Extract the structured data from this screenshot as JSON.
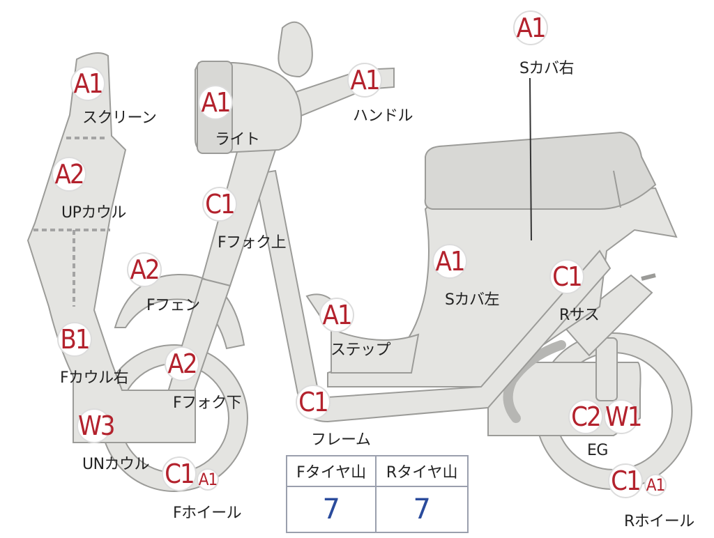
{
  "parts": {
    "screen": {
      "grade": "A1",
      "label": "スクリーン"
    },
    "up_cowl": {
      "grade": "A2",
      "label": "UPカウル"
    },
    "f_cowl_right": {
      "grade": "B1",
      "label": "Fカウル右"
    },
    "un_cowl": {
      "grade": "W3",
      "label": "UNカウル"
    },
    "light": {
      "grade": "A1",
      "label": "ライト"
    },
    "handle": {
      "grade": "A1",
      "label": "ハンドル"
    },
    "f_fork_upper": {
      "grade": "C1",
      "label": "Fフォク上"
    },
    "f_fender": {
      "grade": "A2",
      "label": "Fフェン"
    },
    "f_fork_lower": {
      "grade": "A2",
      "label": "Fフォク下"
    },
    "f_wheel": {
      "grade": "C1",
      "grade2": "A1",
      "label": "Fホイール"
    },
    "step": {
      "grade": "A1",
      "label": "ステップ"
    },
    "frame": {
      "grade": "C1",
      "label": "フレーム"
    },
    "s_cover_left": {
      "grade": "A1",
      "label": "Sカバ左"
    },
    "s_cover_right": {
      "grade": "A1",
      "label": "Sカバ右"
    },
    "r_suspension": {
      "grade": "C1",
      "label": "Rサス"
    },
    "engine": {
      "grade": "C2",
      "grade2": "W1",
      "label": "EG"
    },
    "r_wheel": {
      "grade": "C1",
      "grade2": "A1",
      "label": "Rホイール"
    }
  },
  "tire_table": {
    "headers": [
      "Fタイヤ山",
      "Rタイヤ山"
    ],
    "values": [
      "7",
      "7"
    ]
  }
}
